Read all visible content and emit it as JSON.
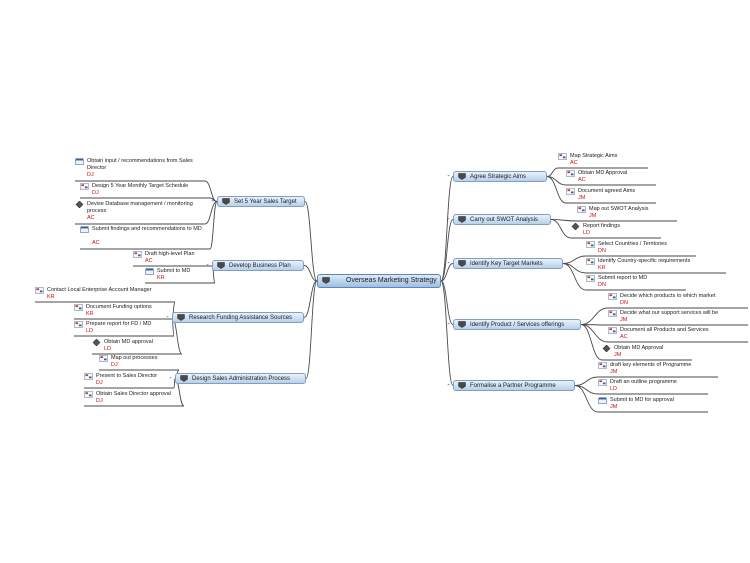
{
  "center": {
    "label": "Overseas Marketing Strategy"
  },
  "branches": [
    {
      "label": "Set 5 Year Sales Target",
      "side": "left",
      "leaves": [
        {
          "text": "Obtain input / recommendations from Sales Director",
          "tag": "DJ",
          "icon": "task-icon"
        },
        {
          "text": "Design 5 Year Monthly Target Schedule",
          "tag": "DJ",
          "icon": "calendar-icon"
        },
        {
          "text": "Devise Database management / monitoring process",
          "tag": "AC",
          "icon": "diamond-milestone-icon"
        },
        {
          "text": "Submit findings and recommendations to MD",
          "tag": "AC",
          "icon": "task-icon"
        }
      ]
    },
    {
      "label": "Develop Business Plan",
      "side": "left",
      "leaves": [
        {
          "text": "Draft high-level Plan",
          "tag": "AC",
          "icon": "calendar-icon"
        },
        {
          "text": "Submit to MD",
          "tag": "KR",
          "icon": "task-icon"
        }
      ]
    },
    {
      "label": "Research Funding Assistance Sources",
      "side": "left",
      "leaves": [
        {
          "text": "Contact Local Enterprise Account Manager",
          "tag": "KR",
          "icon": "calendar-icon"
        },
        {
          "text": "Document Funding options",
          "tag": "KR",
          "icon": "calendar-icon"
        },
        {
          "text": "Prepare report for FD / MD",
          "tag": "LD",
          "icon": "calendar-icon"
        },
        {
          "text": "Obtain MD approval",
          "tag": "LD",
          "icon": "diamond-milestone-icon"
        }
      ]
    },
    {
      "label": "Design Sales Administration Process",
      "side": "left",
      "leaves": [
        {
          "text": "Map out processes",
          "tag": "DJ",
          "icon": "calendar-icon"
        },
        {
          "text": "Present to Sales Director",
          "tag": "DJ",
          "icon": "calendar-icon"
        },
        {
          "text": "Obtain Sales Director approval",
          "tag": "DJ",
          "icon": "calendar-icon"
        }
      ]
    },
    {
      "label": "Agree Strategic Aims",
      "side": "right",
      "leaves": [
        {
          "text": "Map Strategic Aims",
          "tag": "AC",
          "icon": "calendar-icon"
        },
        {
          "text": "Obtain MD Approval",
          "tag": "AC",
          "icon": "calendar-icon"
        },
        {
          "text": "Document agreed Aims",
          "tag": "JM",
          "icon": "calendar-icon"
        }
      ]
    },
    {
      "label": "Carry out SWOT Analysis",
      "side": "right",
      "leaves": [
        {
          "text": "Map out SWOT Analysis",
          "tag": "JM",
          "icon": "calendar-icon"
        },
        {
          "text": "Report findings",
          "tag": "LD",
          "icon": "diamond-milestone-icon"
        }
      ]
    },
    {
      "label": "Identify Key Target Markets",
      "side": "right",
      "leaves": [
        {
          "text": "Select Countries / Territories",
          "tag": "DN",
          "icon": "calendar-icon"
        },
        {
          "text": "Identify Country-specific requirements",
          "tag": "KR",
          "icon": "calendar-icon"
        },
        {
          "text": "Submit report to MD",
          "tag": "DN",
          "icon": "calendar-icon"
        }
      ]
    },
    {
      "label": "Identify Product / Services offerings",
      "side": "right",
      "leaves": [
        {
          "text": "Decide which products to which market",
          "tag": "DN",
          "icon": "calendar-icon"
        },
        {
          "text": "Decide what our support services will be",
          "tag": "JM",
          "icon": "calendar-icon"
        },
        {
          "text": "Document all Products and Services",
          "tag": "AC",
          "icon": "calendar-icon"
        },
        {
          "text": "Obtain MD Approval",
          "tag": "JM",
          "icon": "diamond-milestone-icon"
        }
      ]
    },
    {
      "label": "Formalise a Partner Programme",
      "side": "right",
      "leaves": [
        {
          "text": "draft key elements of Programme",
          "tag": "JM",
          "icon": "calendar-icon"
        },
        {
          "text": "Draft an outline programme",
          "tag": "LD",
          "icon": "calendar-icon"
        },
        {
          "text": "Submit to MD for approval",
          "tag": "JM",
          "icon": "task-icon"
        }
      ]
    }
  ],
  "collapse_symbol": "-",
  "colors": {
    "node_border": "#7f9fc4",
    "node_fill_top": "#e8f1fb",
    "node_fill_bottom": "#b9d0ea",
    "tag": "#d01010",
    "link": "#4a4a4a"
  }
}
